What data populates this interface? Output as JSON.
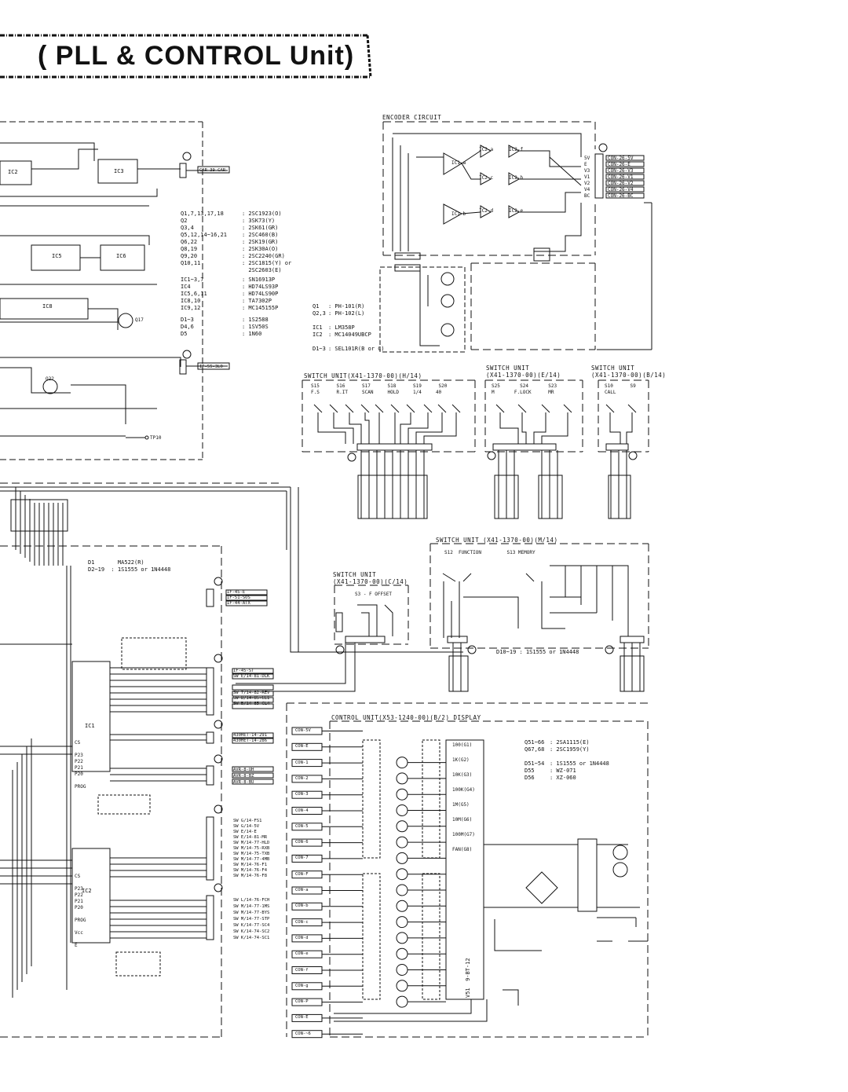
{
  "title": "( PLL & CONTROL Unit)",
  "sections": {
    "encoder": "ENCODER CIRCUIT",
    "switch_h": "SWITCH UNIT(X41-1370-00)(H/14)",
    "switch_e": "SWITCH UNIT\n(X41-1370-00)(E/14)",
    "switch_b": "SWITCH UNIT\n(X41-1370-00)(B/14)",
    "switch_m": "SWITCH UNIT (X41-1370-00)(M/14)",
    "switch_c": "SWITCH UNIT\n(X41-1370-00)(C/14)",
    "control": "CONTROL UNIT(X53-1240-00)(B/2) DISPLAY"
  },
  "transistor_list": {
    "refs": "Q1,7,13,17,18\nQ2\nQ3,4\nQ5,12,14~16,21\nQ6,22\nQ8,19\nQ9,20\nQ10,11",
    "parts": ": 2SC1923(O)\n: 3SK73(Y)\n: 2SK61(GR)\n: 2SC460(B)\n: 2SK19(GR)\n: 2SK30A(O)\n: 2SC2240(GR)\n: 2SC1815(Y) or\n  2SC2603(E)"
  },
  "ic_list": {
    "refs": "IC1~3,7\nIC4\nIC5,6,11\nIC8,10\nIC9,12",
    "parts": ": SN16913P\n: HD74LS93P\n: HD74LS90P\n: TA7302P\n: MC145155P"
  },
  "diode_list": {
    "refs": "D1~3\nD4,6\nD5",
    "parts": ": 1S2588\n: 1SV50S\n: 1N60"
  },
  "encoder_parts": {
    "refs": "Q1\nQ2,3\n\nIC1\nIC2\n\nD1~3",
    "parts": ": PH-101(R)\n: PH-102(L)\n\n: LM358P\n: MC14049UBCP\n\n: SEL101R(B or C)"
  },
  "control_diode_note": "D1       MA522(R)\nD2~19  : 1S1555 or 1N4448",
  "switch_m_note": "D10~19 : 1S1555 or 1N4448",
  "display_parts": {
    "refs": "Q51~66\nQ67,68\n\nD51~54\nD55\nD56",
    "parts": ": 2SA1115(E)\n: 2SC1959(Y)\n\n: 1S1555 or 1N4448\n: WZ-071\n: XZ-060"
  },
  "encoder_connector": "CON-26-5V\nCON-26-E\nCON-26-V3\nCON-26-V1\nCON-26-V2\nCON-26-V4\nCON-26-BC",
  "encoder_pins": "5V\nE\nV3\nV1\nV2\nV4\nBC",
  "switch_h_labels": "S15      S16      S17      S18      S19      S20\nF.S      R.IT     SCAN     HOLD     1/4     40",
  "switch_e_labels": "S25       S24       S23\nM       F.LOCK      MR",
  "switch_b_labels": "S10      S9\nCALL",
  "switch_m_labels": "S12  FUNCTION         S13 MEMORY",
  "switch_c_labels": "S3 - F OFFSET",
  "connector_45": "IF-45-E\nIF-51-SOS\nIF-44-ATX",
  "connector_18": "IF-45-ST\nSW E/14-81-DLK\n\n\nSW 7/14-82-REV\nSW B/14-85-CL1\nSW B/14-85-CL4",
  "connector_19": "430HET-14-291\n430HET-14-286",
  "connector_20": "AVR-8-UH\nAVR-8-BZ\nAVR-8-BU",
  "connector_21": "SW G/14-FS1\nSW G/14-5V\nSW E/14-E\nSW E/14-81-MR\nSW M/14-77-HLD\nSW M/14-75-RXB\nSW M/14-75-TXB\nSW M/14-77-4MB\nSW M/14-76-F1\nSW M/14-76-F4\nSW M/14-76-F8",
  "connector_22": "SW L/14-76-FCH\nSW M/14-77-1MS\nSW M/14-77-BYS\nSW M/14-77-STP\nSW K/14-77-SC4\nSW K/14-74-SC2\nSW K/14-74-SC1",
  "ic1_pins": "CS\n\nP23\nP22\nP21\nP20\n\nPROG",
  "ic2_pins": "CS\n\nP23\nP22\nP21\nP20\n\nPROG\n\nVcc\n\nE",
  "display_cons": [
    "CON-5V",
    "CON-E",
    "CON-1",
    "CON-2",
    "CON-3",
    "CON-4",
    "CON-5",
    "CON-6",
    "CON-7",
    "CON-F",
    "CON-a",
    "CON-b",
    "CON-c",
    "CON-d",
    "CON-e",
    "CON-f",
    "CON-g",
    "CON-P",
    "CON-E",
    "CON-~6"
  ],
  "digit_labels": "100(G1)\n\n1K(G2)\n\n10K(G3)\n\n100K(G4)\n\n1M(G5)\n\n10M(G6)\n\n100M(G7)\n\nFAN(G8)",
  "display_tube": "V51  9-BT-12",
  "ic_names": [
    "IC2",
    "IC3",
    "IC5",
    "IC6",
    "IC8",
    "IC1",
    "IC2",
    "IC1-a",
    "IC1-b",
    "IC2-a",
    "IC2-f",
    "IC2-c",
    "IC2-b",
    "IC2-d",
    "IC2-e"
  ],
  "net_labels": {
    "car": "CAR-39-CAR",
    "lo": "IF-55-3LO",
    "tp10": "TP10",
    "q17": "Q17",
    "q22": "Q22"
  }
}
